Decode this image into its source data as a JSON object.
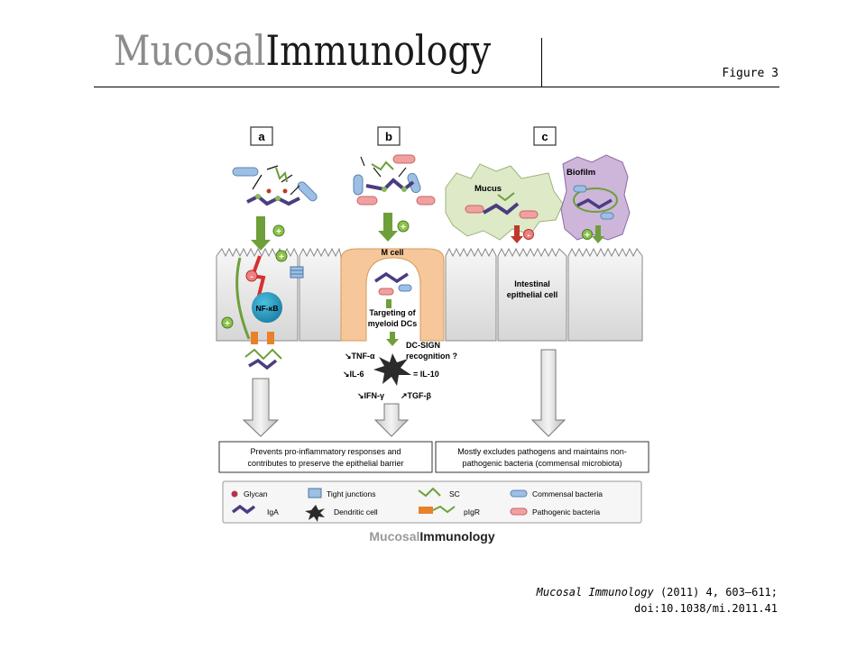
{
  "header": {
    "journal_light": "Mucosal",
    "journal_dark": "Immunology",
    "figure_label": "Figure 3"
  },
  "panels": {
    "a": "a",
    "b": "b",
    "c": "c"
  },
  "diagram_labels": {
    "mucus": "Mucus",
    "biofilm": "Biofilm",
    "m_cell": "M cell",
    "intestinal_1": "Intestinal",
    "intestinal_2": "epithelial cell",
    "nfkb": "NF-κB",
    "targeting_1": "Targeting of",
    "targeting_2": "myeloid DCs",
    "dcsign_1": "DC-SIGN",
    "dcsign_2": "recognition ?",
    "tnf": "↘TNF-α",
    "il6": "↘IL-6",
    "il10": "= IL-10",
    "ifn": "↘IFN-γ",
    "tgf": "↗TGF-β",
    "plus": "+",
    "minus": "-"
  },
  "outcomes": {
    "left_1": "Prevents pro-inflammatory responses and",
    "left_2": "contributes to preserve the epithelial barrier",
    "right_1": "Mostly excludes pathogens and maintains non-",
    "right_2": "pathogenic bacteria (commensal microbiota)"
  },
  "legend": {
    "glycan": "Glycan",
    "tight_junctions": "Tight junctions",
    "sc": "SC",
    "commensal": "Commensal bacteria",
    "iga": "IgA",
    "dendritic": "Dendritic cell",
    "pigr": "pIgR",
    "pathogenic": "Pathogenic bacteria"
  },
  "footer_logo": {
    "light": "Mucosal",
    "dark": "Immunology"
  },
  "citation": {
    "journal": "Mucosal Immunology",
    "rest": " (2011) 4, 603–611;",
    "doi": "doi:10.1038/mi.2011.41"
  },
  "colors": {
    "commensal": "#9dbfe3",
    "pathogenic": "#f0a0a0",
    "m_cell": "#f6c79a",
    "mucus": "#dde9c7",
    "biofilm": "#cdb6da",
    "nfkb": "#2a9cc0",
    "green_arrow": "#6e9f3a",
    "iga": "#4a3d80"
  }
}
